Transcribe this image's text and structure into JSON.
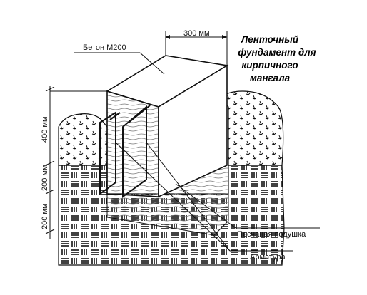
{
  "title": {
    "lines": [
      "Ленточный",
      "фундамент для",
      "кирпичного",
      "мангала"
    ]
  },
  "labels": {
    "width": "300 мм",
    "concrete": "Бетон М200",
    "sand_cushion": "Песчаная подушка",
    "rebar": "Арматура"
  },
  "dimensions": {
    "height_upper": "400 мм",
    "height_middle": "200 мм",
    "height_lower": "200 мм"
  },
  "colors": {
    "line": "#111111",
    "background": "#ffffff"
  }
}
